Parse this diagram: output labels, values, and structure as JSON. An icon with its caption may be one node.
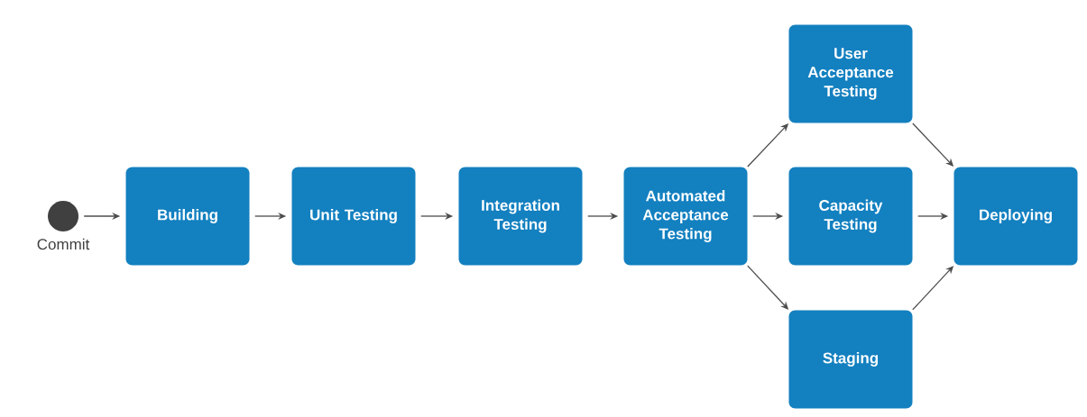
{
  "diagram": {
    "nodes": [
      {
        "text": [],
        "shape": "circle",
        "beside": [
          "Commit"
        ]
      },
      {
        "text": [
          "Building"
        ]
      },
      {
        "text": [
          "Unit Testing"
        ]
      },
      {
        "text": [
          "Integration Testing"
        ]
      },
      {
        "text": [
          "Automated Acceptance Testing"
        ]
      },
      {
        "text": [
          "User Acceptance Testing"
        ]
      },
      {
        "text": [
          "Capacity Testing"
        ]
      },
      {
        "text": [
          "Staging"
        ]
      },
      {
        "text": [
          "Deploying"
        ]
      }
    ],
    "edges": [
      {
        "from": 0,
        "to": 1,
        "arrow": "to"
      },
      {
        "from": 1,
        "to": 2,
        "arrow": "to"
      },
      {
        "from": 2,
        "to": 3,
        "arrow": "to"
      },
      {
        "from": 3,
        "to": 4,
        "arrow": "to"
      },
      {
        "from": 4,
        "to": 5,
        "arrow": "to"
      },
      {
        "from": 4,
        "to": 6,
        "arrow": "to"
      },
      {
        "from": 4,
        "to": 7,
        "arrow": "to"
      },
      {
        "from": 5,
        "to": 8,
        "arrow": "to"
      },
      {
        "from": 6,
        "to": 8,
        "arrow": "to"
      },
      {
        "from": 7,
        "to": 8,
        "arrow": "to"
      }
    ]
  }
}
